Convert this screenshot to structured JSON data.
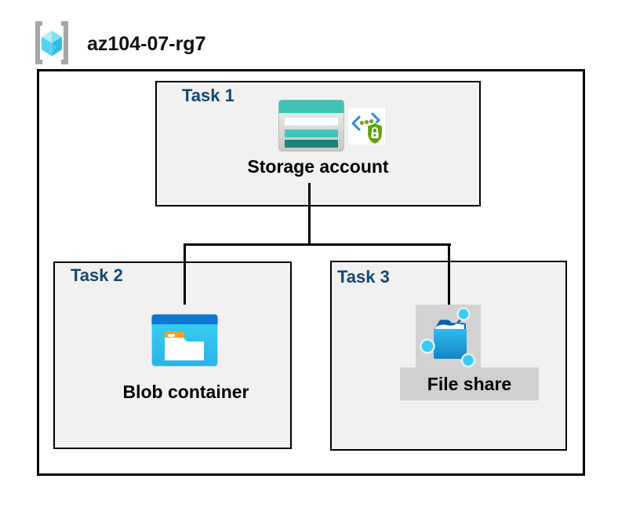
{
  "header": {
    "title": "az104-07-rg7",
    "icon": "resource-group-icon"
  },
  "diagram": {
    "tasks": [
      {
        "label": "Task 1",
        "resource": "Storage account",
        "icons": [
          "storage-account-icon",
          "sas-shield-icon"
        ],
        "selected": false
      },
      {
        "label": "Task 2",
        "resource": "Blob container",
        "icons": [
          "blob-container-icon"
        ],
        "selected": false
      },
      {
        "label": "Task 3",
        "resource": "File share",
        "icons": [
          "file-share-icon"
        ],
        "selected": true
      }
    ],
    "connections": [
      {
        "from": "Storage account",
        "to": "Blob container"
      },
      {
        "from": "Storage account",
        "to": "File share"
      }
    ]
  },
  "colors": {
    "task_label_navy": "#17466f",
    "box_fill": "#f1f1f1",
    "border_black": "#000000",
    "selection_gray": "#d2d2d2",
    "storage_teal": "#40c3b4",
    "storage_teal_dark": "#1f8177",
    "blob_band_blue": "#0e76d3",
    "blob_body_cyan": "#35d0f2",
    "folder_tab_orange": "#f59d25",
    "fileshare_blue": "#2ebbec",
    "fileshare_fold_navy": "#0b5ea8",
    "rg_cube_cyan": "#52d2f2",
    "rg_bracket_gray": "#a6a6a6",
    "sas_shield_green": "#5ba300",
    "sas_bracket_blue": "#2b8dde"
  }
}
